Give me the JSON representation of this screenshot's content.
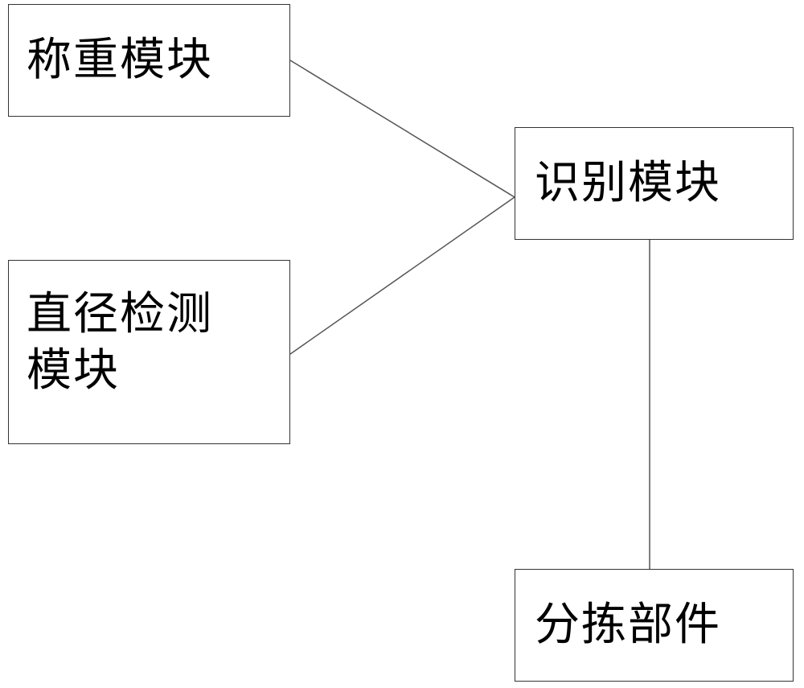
{
  "diagram": {
    "nodes": {
      "weigh": {
        "label": "称重模块"
      },
      "diameter": {
        "label": "直径检测\n模块"
      },
      "identify": {
        "label": "识别模块"
      },
      "sort": {
        "label": "分拣部件"
      }
    },
    "edges": [
      {
        "from": "weigh",
        "to": "identify"
      },
      {
        "from": "diameter",
        "to": "identify"
      },
      {
        "from": "identify",
        "to": "sort"
      }
    ],
    "colors": {
      "box_border": "#333333",
      "line": "#555555",
      "text": "#000000",
      "background": "#ffffff"
    }
  }
}
